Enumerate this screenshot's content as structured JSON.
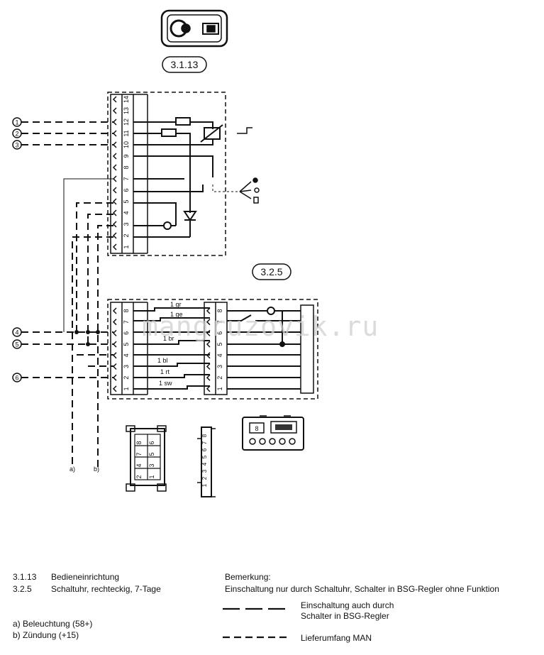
{
  "components": {
    "control_unit": {
      "ref": "3.1.13"
    },
    "timer": {
      "ref": "3.2.5"
    }
  },
  "upper_connector_pins": [
    "14",
    "13",
    "12",
    "11",
    "10",
    "9",
    "8",
    "7",
    "6",
    "5",
    "4",
    "3",
    "2",
    "1"
  ],
  "lower_left_pins": [
    "8",
    "7",
    "6",
    "5",
    "4",
    "3",
    "2",
    "1"
  ],
  "lower_right_pins": [
    "8",
    "7",
    "6",
    "5",
    "4",
    "3",
    "2",
    "1"
  ],
  "wire_labels": [
    "1 gr",
    "1 ge",
    "1 br",
    "1 bl",
    "1 rt",
    "1 sw"
  ],
  "circle_numbers": [
    "1",
    "2",
    "3",
    "4",
    "5",
    "6"
  ],
  "branch_labels": {
    "a": "a)",
    "b": "b)"
  },
  "connector_face_pins": [
    [
      "8",
      "6"
    ],
    [
      "7",
      "5"
    ],
    [
      "4",
      "3"
    ],
    [
      "2",
      "1"
    ]
  ],
  "side_connector_pins": [
    "8",
    "7",
    "6",
    "5",
    "4",
    "3",
    "2",
    "1"
  ],
  "watermark": "mangruzovik.ru",
  "legend": {
    "items": [
      {
        "code": "3.1.13",
        "text": "Bedieneinrichtung"
      },
      {
        "code": "3.2.5",
        "text": "Schaltuhr, rechteckig, 7-Tage"
      }
    ],
    "notes": [
      {
        "text": "a) Beleuchtung (58+)"
      },
      {
        "text": "b) Zündung (+15)"
      }
    ],
    "remark_title": "Bemerkung:",
    "remark_text": "Einschaltung nur durch Schaltuhr, Schalter in BSG-Regler ohne Funktion",
    "line_legend": [
      {
        "line1": "Einschaltung auch durch",
        "line2": "Schalter in BSG-Regler"
      },
      {
        "line1": "Lieferumfang MAN",
        "line2": ""
      }
    ]
  }
}
